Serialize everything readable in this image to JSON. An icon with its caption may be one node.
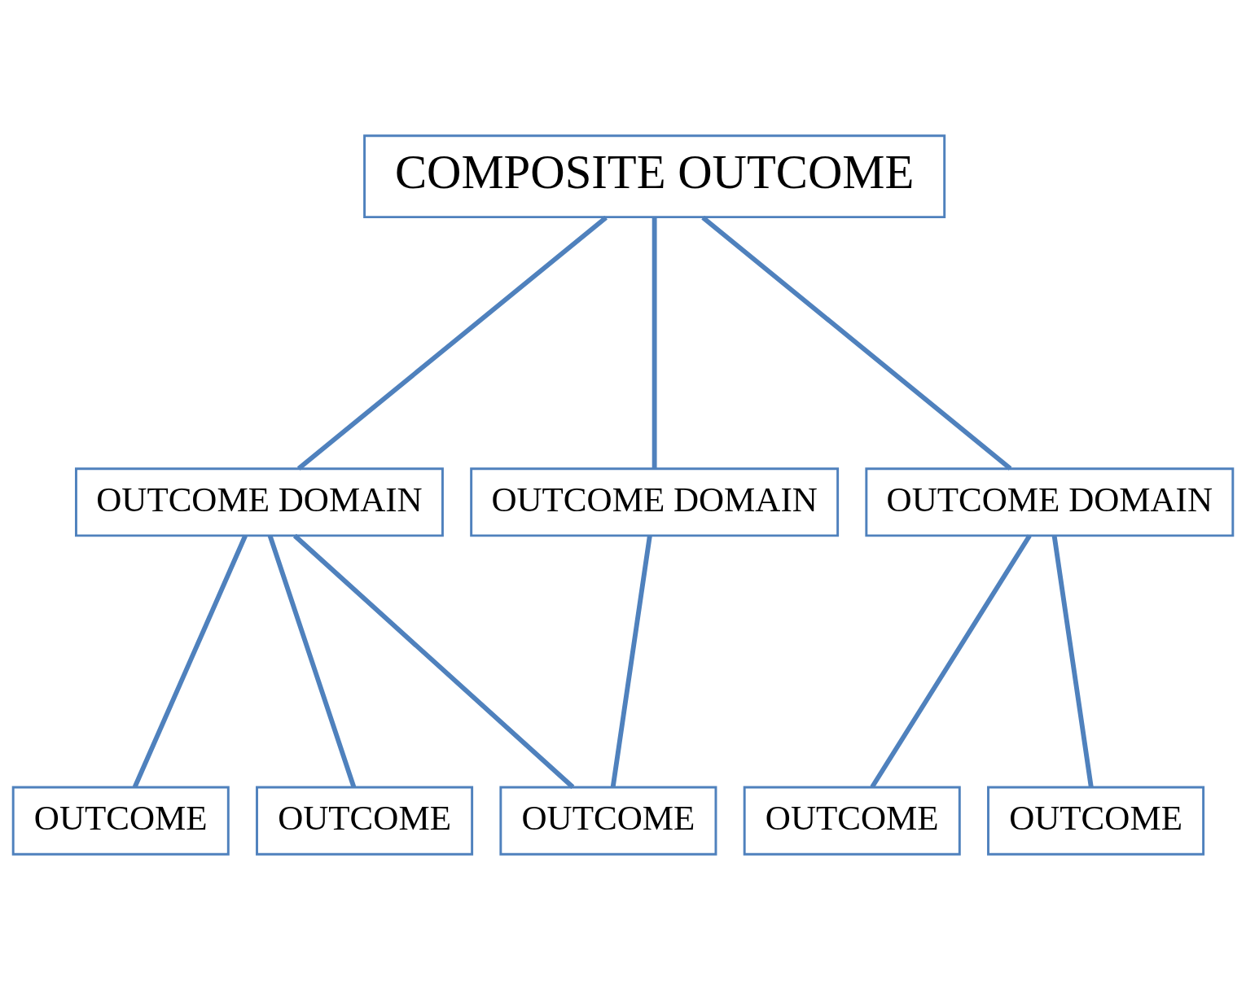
{
  "diagram": {
    "nodes": [
      {
        "text": [
          "COMPOSITE OUTCOME"
        ]
      },
      {
        "text": [
          "OUTCOME DOMAIN"
        ]
      },
      {
        "text": [
          "OUTCOME DOMAIN"
        ]
      },
      {
        "text": [
          "OUTCOME DOMAIN"
        ]
      },
      {
        "text": [
          "OUTCOME"
        ]
      },
      {
        "text": [
          "OUTCOME"
        ]
      },
      {
        "text": [
          "OUTCOME"
        ]
      },
      {
        "text": [
          "OUTCOME"
        ]
      },
      {
        "text": [
          "OUTCOME"
        ]
      }
    ],
    "edges": [
      {
        "from": 0,
        "to": 1,
        "arrow": "none"
      },
      {
        "from": 0,
        "to": 2,
        "arrow": "none"
      },
      {
        "from": 0,
        "to": 3,
        "arrow": "none"
      },
      {
        "from": 1,
        "to": 4,
        "arrow": "none"
      },
      {
        "from": 1,
        "to": 5,
        "arrow": "none"
      },
      {
        "from": 1,
        "to": 6,
        "arrow": "none"
      },
      {
        "from": 2,
        "to": 6,
        "arrow": "none"
      },
      {
        "from": 3,
        "to": 7,
        "arrow": "none"
      },
      {
        "from": 3,
        "to": 8,
        "arrow": "none"
      }
    ]
  }
}
